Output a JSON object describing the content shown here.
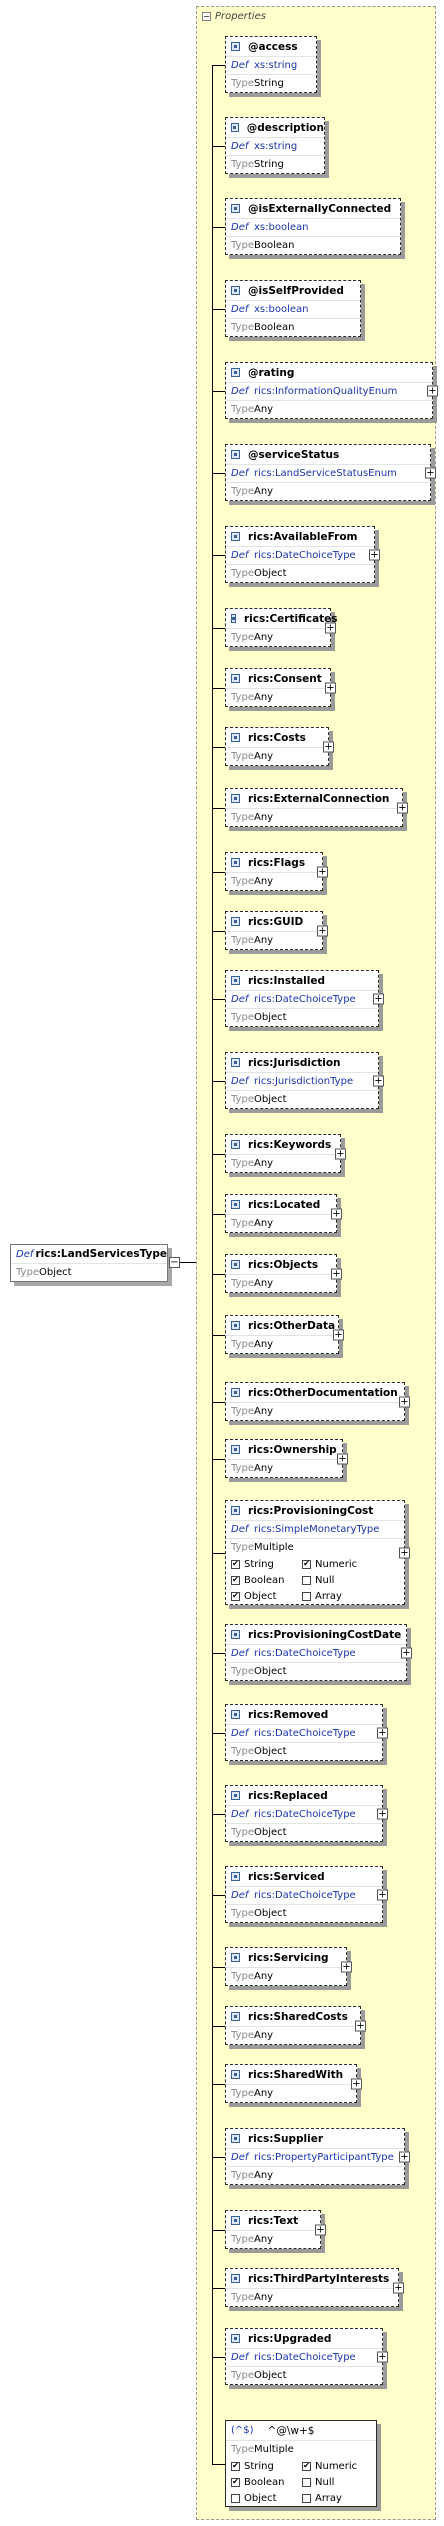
{
  "root": {
    "def_label": "Def",
    "type_label": "Type",
    "name": "rics:LandServicesType",
    "type_value": "Object"
  },
  "panel": {
    "title": "Properties"
  },
  "labels": {
    "def": "Def",
    "type": "Type"
  },
  "properties": [
    {
      "name": "@access",
      "def": "xs:string",
      "type": "String",
      "expand": false
    },
    {
      "name": "@description",
      "def": "xs:string",
      "type": "String",
      "expand": false
    },
    {
      "name": "@isExternallyConnected",
      "def": "xs:boolean",
      "type": "Boolean",
      "expand": false
    },
    {
      "name": "@isSelfProvided",
      "def": "xs:boolean",
      "type": "Boolean",
      "expand": false
    },
    {
      "name": "@rating",
      "def": "rics:InformationQualityEnum",
      "type": "Any",
      "expand": true
    },
    {
      "name": "@serviceStatus",
      "def": "rics:LandServiceStatusEnum",
      "type": "Any",
      "expand": true
    },
    {
      "name": "rics:AvailableFrom",
      "def": "rics:DateChoiceType",
      "type": "Object",
      "expand": true
    },
    {
      "name": "rics:Certificates",
      "type": "Any",
      "expand": true
    },
    {
      "name": "rics:Consent",
      "type": "Any",
      "expand": true
    },
    {
      "name": "rics:Costs",
      "type": "Any",
      "expand": true
    },
    {
      "name": "rics:ExternalConnection",
      "type": "Any",
      "expand": true
    },
    {
      "name": "rics:Flags",
      "type": "Any",
      "expand": true
    },
    {
      "name": "rics:GUID",
      "type": "Any",
      "expand": true
    },
    {
      "name": "rics:Installed",
      "def": "rics:DateChoiceType",
      "type": "Object",
      "expand": true
    },
    {
      "name": "rics:Jurisdiction",
      "def": "rics:JurisdictionType",
      "type": "Object",
      "expand": true
    },
    {
      "name": "rics:Keywords",
      "type": "Any",
      "expand": true
    },
    {
      "name": "rics:Located",
      "type": "Any",
      "expand": true
    },
    {
      "name": "rics:Objects",
      "type": "Any",
      "expand": true
    },
    {
      "name": "rics:OtherData",
      "type": "Any",
      "expand": true
    },
    {
      "name": "rics:OtherDocumentation",
      "type": "Any",
      "expand": true
    },
    {
      "name": "rics:Ownership",
      "type": "Any",
      "expand": true
    },
    {
      "name": "rics:ProvisioningCost",
      "def": "rics:SimpleMonetaryType",
      "type": "Multiple",
      "expand": true,
      "checks": [
        {
          "label": "String",
          "checked": true
        },
        {
          "label": "Numeric",
          "checked": true
        },
        {
          "label": "Boolean",
          "checked": true
        },
        {
          "label": "Null",
          "checked": false
        },
        {
          "label": "Object",
          "checked": true
        },
        {
          "label": "Array",
          "checked": false
        }
      ]
    },
    {
      "name": "rics:ProvisioningCostDate",
      "def": "rics:DateChoiceType",
      "type": "Object",
      "expand": true
    },
    {
      "name": "rics:Removed",
      "def": "rics:DateChoiceType",
      "type": "Object",
      "expand": true
    },
    {
      "name": "rics:Replaced",
      "def": "rics:DateChoiceType",
      "type": "Object",
      "expand": true
    },
    {
      "name": "rics:Serviced",
      "def": "rics:DateChoiceType",
      "type": "Object",
      "expand": true
    },
    {
      "name": "rics:Servicing",
      "type": "Any",
      "expand": true
    },
    {
      "name": "rics:SharedCosts",
      "type": "Any",
      "expand": true
    },
    {
      "name": "rics:SharedWith",
      "type": "Any",
      "expand": true
    },
    {
      "name": "rics:Supplier",
      "def": "rics:PropertyParticipantType",
      "type": "Any",
      "expand": true
    },
    {
      "name": "rics:Text",
      "type": "Any",
      "expand": true
    },
    {
      "name": "rics:ThirdPartyInterests",
      "type": "Any",
      "expand": true
    },
    {
      "name": "rics:Upgraded",
      "def": "rics:DateChoiceType",
      "type": "Object",
      "expand": true
    }
  ],
  "pattern_box": {
    "regex_label": "(^$)",
    "pattern": "^@\\w+$",
    "type": "Multiple",
    "checks": [
      {
        "label": "String",
        "checked": true
      },
      {
        "label": "Numeric",
        "checked": true
      },
      {
        "label": "Boolean",
        "checked": true
      },
      {
        "label": "Null",
        "checked": false
      },
      {
        "label": "Object",
        "checked": false
      },
      {
        "label": "Array",
        "checked": false
      }
    ]
  }
}
